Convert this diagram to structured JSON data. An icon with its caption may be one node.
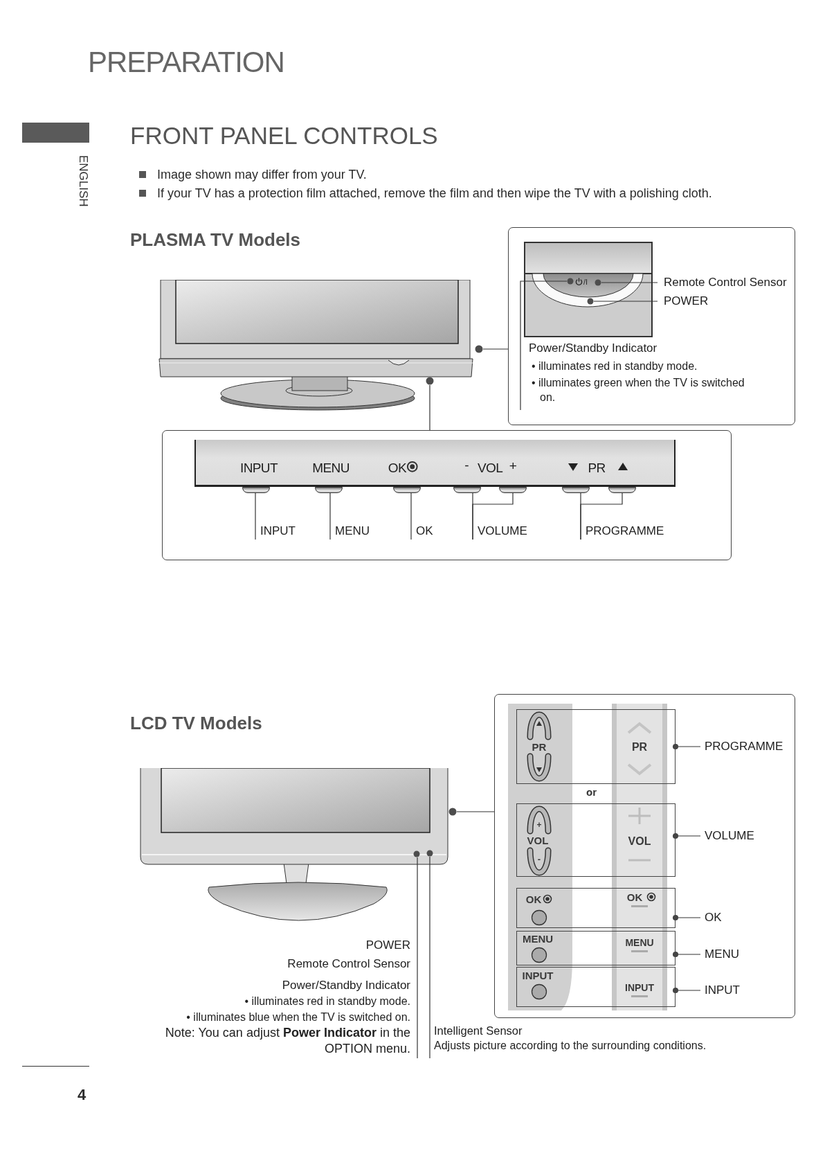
{
  "diagram": {
    "title": "FRONT PANEL CONTROLS",
    "nodes": [
      {
        "text": [],
        "shape": "picture"
      },
      {
        "text": [],
        "shape": "circle"
      },
      {
        "text": [],
        "shape": "circle"
      },
      {
        "text": [],
        "shape": "box"
      },
      {
        "text": [],
        "shape": "picture",
        "in": 3
      },
      {
        "text": [],
        "shape": "circle",
        "in": 4
      },
      {
        "text": [],
        "shape": "circle",
        "in": 4
      },
      {
        "text": [],
        "shape": "circle",
        "in": 4
      },
      {
        "text": [
          "Remote Control Sensor"
        ],
        "in": 3
      },
      {
        "text": [
          "POWER"
        ],
        "in": 3
      },
      {
        "text": [
          "Power/Standby Indicator",
          "• illuminates red in standby mode.",
          "• illuminates green when the TV is switched on."
        ],
        "in": 3
      },
      {
        "text": [],
        "shape": "box"
      },
      {
        "text": [
          "INPUT",
          "MENU",
          "OK",
          "-",
          "VOL",
          "+",
          "PR"
        ],
        "in": 11
      },
      {
        "text": [],
        "shape": "bar",
        "in": 11
      },
      {
        "text": [],
        "shape": "bar",
        "in": 11
      },
      {
        "text": [],
        "shape": "bar",
        "in": 11
      },
      {
        "text": [],
        "shape": "bar",
        "in": 11
      },
      {
        "text": [],
        "shape": "bar",
        "in": 11
      },
      {
        "text": [],
        "shape": "bar",
        "in": 11
      },
      {
        "text": [],
        "shape": "bar",
        "in": 11
      },
      {
        "text": [
          "INPUT"
        ],
        "in": 11
      },
      {
        "text": [
          "MENU"
        ],
        "in": 11
      },
      {
        "text": [
          "OK"
        ],
        "in": 11
      },
      {
        "text": [
          "VOLUME"
        ],
        "in": 11
      },
      {
        "text": [
          "PROGRAMME"
        ],
        "in": 11
      },
      {
        "text": [],
        "shape": "picture"
      },
      {
        "text": [],
        "shape": "circle"
      },
      {
        "text": [],
        "shape": "circle",
        "in": 25
      },
      {
        "text": [],
        "shape": "circle",
        "in": 25
      },
      {
        "text": [],
        "shape": "box"
      },
      {
        "text": [
          "PR",
          "PR"
        ],
        "in": 29
      },
      {
        "text": [
          "+",
          "VOL",
          "-",
          "VOL"
        ],
        "in": 29
      },
      {
        "text": [
          "OK",
          "OK"
        ],
        "in": 29
      },
      {
        "text": [
          "MENU",
          "MENU"
        ],
        "in": 29
      },
      {
        "text": [
          "INPUT",
          "INPUT"
        ],
        "in": 29
      },
      {
        "text": [
          "PROGRAMME"
        ],
        "in": 29
      },
      {
        "text": [
          "VOLUME"
        ],
        "in": 29
      },
      {
        "text": [
          "OK"
        ],
        "in": 29
      },
      {
        "text": [
          "MENU"
        ],
        "in": 29
      },
      {
        "text": [
          "INPUT"
        ],
        "in": 29
      },
      {
        "text": [
          "POWER",
          "Remote Control Sensor",
          "Power/Standby Indicator",
          "• illuminates red in standby mode.",
          "• illuminates blue when the TV is switched on.",
          "Note: You can adjust **Power Indicator** in the OPTION menu."
        ]
      },
      {
        "text": [
          "Intelligent Sensor",
          "Adjusts picture according to the surrounding conditions."
        ]
      },
      {
        "text": [],
        "shape": "bar"
      }
    ],
    "edges": [
      {
        "from": 1,
        "to": 3,
        "arrow": "none"
      },
      {
        "from": 2,
        "to": 11,
        "arrow": "none"
      },
      {
        "from": 10,
        "to": 5,
        "arrow": "none"
      },
      {
        "from": 8,
        "to": 6,
        "arrow": "none"
      },
      {
        "from": 9,
        "to": 7,
        "arrow": "none"
      },
      {
        "from": 20,
        "to": 13,
        "arrow": "none"
      },
      {
        "from": 21,
        "to": 14,
        "arrow": "none"
      },
      {
        "from": 22,
        "to": 15,
        "arrow": "none"
      },
      {
        "from": 23,
        "to": 16,
        "arrow": "none"
      },
      {
        "from": 23,
        "to": 17,
        "arrow": "none"
      },
      {
        "from": 24,
        "to": 18,
        "arrow": "none"
      },
      {
        "from": 24,
        "to": 19,
        "arrow": "none"
      },
      {
        "from": 40,
        "to": 27,
        "arrow": "none"
      },
      {
        "from": 41,
        "to": 28,
        "arrow": "none"
      },
      {
        "from": 26,
        "to": 29,
        "arrow": "none"
      },
      {
        "from": 35,
        "to": 30,
        "arrow": "other"
      },
      {
        "from": 36,
        "to": 31,
        "arrow": "other"
      },
      {
        "from": 37,
        "to": 32,
        "arrow": "other"
      },
      {
        "from": 38,
        "to": 33,
        "arrow": "other"
      },
      {
        "from": 39,
        "to": 34,
        "arrow": "other"
      }
    ],
    "labels": [
      "PREPARATION",
      "ENGLISH",
      "Image shown may differ from your TV.",
      "If your TV has a protection film attached, remove the film and then wipe the TV with a polishing cloth.",
      "PLASMA TV Models",
      "/I",
      "LCD TV Models",
      "or",
      "4"
    ]
  }
}
